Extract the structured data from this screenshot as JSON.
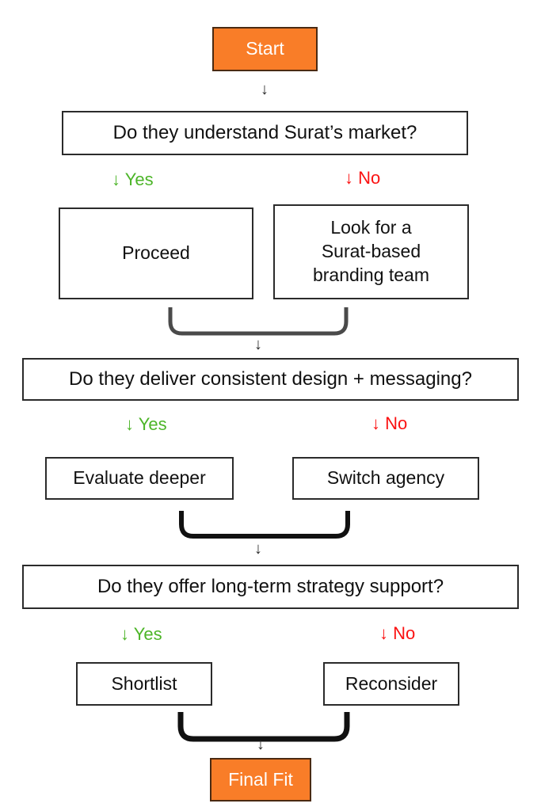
{
  "diagram": {
    "title": "Branding agency evaluation flowchart",
    "background": "#ffffff",
    "colors": {
      "terminal_fill": "#f97d28",
      "terminal_border": "#4a2a12",
      "terminal_text": "#ffffff",
      "box_border": "#2b2b2b",
      "box_text": "#111111",
      "yes": "#4cb528",
      "no": "#fb1111",
      "connector": "#2b2b2b"
    },
    "nodes": {
      "start": "Start",
      "q1": "Do they understand Surat’s market?",
      "q1_yes_action": "Proceed",
      "q1_no_action": "Look for a\nSurat-based\nbranding team",
      "q2": "Do they deliver consistent design + messaging?",
      "q2_yes_action": "Evaluate deeper",
      "q2_no_action": "Switch agency",
      "q3": "Do they offer long-term strategy support?",
      "q3_yes_action": "Shortlist",
      "q3_no_action": "Reconsider",
      "end": "Final Fit"
    },
    "branch_labels": {
      "q1_yes": "↓ Yes",
      "q1_no": "↓ No",
      "q2_yes": "↓ Yes",
      "q2_no": "↓ No",
      "q3_yes": "↓ Yes",
      "q3_no": "↓ No"
    },
    "arrows": {
      "start_to_q1": "↓",
      "merge1_to_q2": "↓",
      "merge2_to_q3": "↓",
      "merge3_to_end": "↓"
    }
  }
}
